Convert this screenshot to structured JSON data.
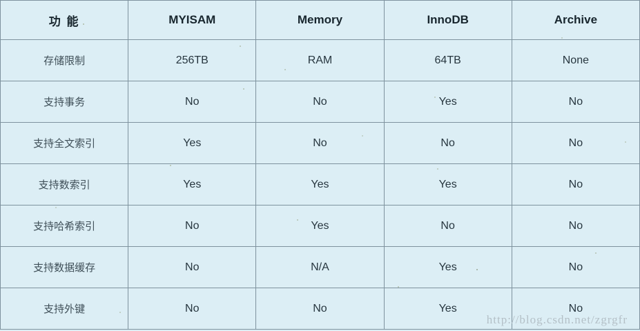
{
  "colors": {
    "background": "#dceef5",
    "border": "#7e929e",
    "header_text": "#18262e",
    "cell_text": "#27363f",
    "watermark_text": "#b4c0c7"
  },
  "table": {
    "columns": [
      "功 能",
      "MYISAM",
      "Memory",
      "InnoDB",
      "Archive"
    ],
    "rows": [
      {
        "feature": "存储限制",
        "values": [
          "256TB",
          "RAM",
          "64TB",
          "None"
        ]
      },
      {
        "feature": "支持事务",
        "values": [
          "No",
          "No",
          "Yes",
          "No"
        ]
      },
      {
        "feature": "支持全文索引",
        "values": [
          "Yes",
          "No",
          "No",
          "No"
        ]
      },
      {
        "feature": "支持数索引",
        "values": [
          "Yes",
          "Yes",
          "Yes",
          "No"
        ]
      },
      {
        "feature": "支持哈希索引",
        "values": [
          "No",
          "Yes",
          "No",
          "No"
        ]
      },
      {
        "feature": "支持数据缓存",
        "values": [
          "No",
          "N/A",
          "Yes",
          "No"
        ]
      },
      {
        "feature": "支持外键",
        "values": [
          "No",
          "No",
          "Yes",
          "No"
        ]
      }
    ]
  },
  "watermark": "http://blog.csdn.net/zgrgfr"
}
